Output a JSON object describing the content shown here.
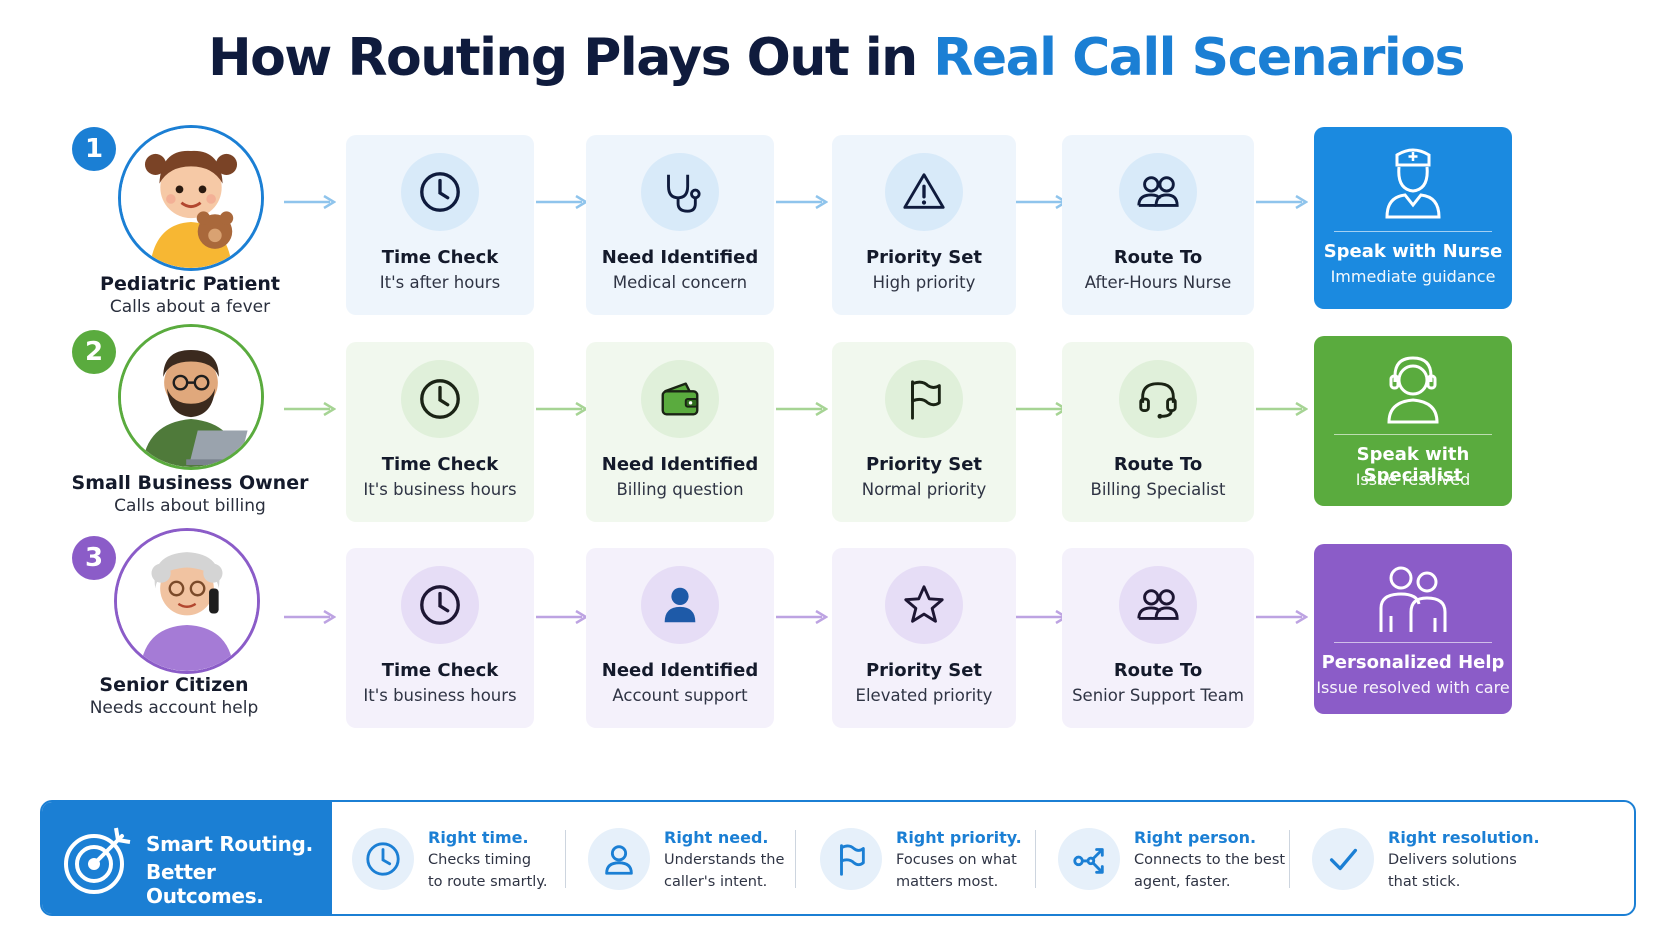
{
  "title": {
    "part1": "How Routing Plays Out in ",
    "part2": "Real Call Scenarios"
  },
  "colors": {
    "blue": "#1b7fd4",
    "green": "#5aab3e",
    "purple": "#8b5cc8",
    "navy": "#0f1b3d"
  },
  "scenarios": [
    {
      "number": "1",
      "persona": {
        "name": "Pediatric Patient",
        "sub": "Calls about a fever",
        "icon": "child-with-teddy-bear-avatar"
      },
      "steps": [
        {
          "title": "Time Check",
          "sub": "It's after hours",
          "icon": "clock-icon"
        },
        {
          "title": "Need Identified",
          "sub": "Medical concern",
          "icon": "stethoscope-icon"
        },
        {
          "title": "Priority Set",
          "sub": "High priority",
          "icon": "warning-icon"
        },
        {
          "title": "Route To",
          "sub": "After-Hours Nurse",
          "icon": "users-icon"
        }
      ],
      "result": {
        "title": "Speak with Nurse",
        "sub": "Immediate guidance",
        "icon": "nurse-icon"
      }
    },
    {
      "number": "2",
      "persona": {
        "name": "Small Business Owner",
        "sub": "Calls about billing",
        "icon": "man-with-laptop-avatar"
      },
      "steps": [
        {
          "title": "Time Check",
          "sub": "It's business hours",
          "icon": "clock-icon"
        },
        {
          "title": "Need Identified",
          "sub": "Billing question",
          "icon": "wallet-icon"
        },
        {
          "title": "Priority Set",
          "sub": "Normal priority",
          "icon": "flag-icon"
        },
        {
          "title": "Route To",
          "sub": "Billing Specialist",
          "icon": "headset-icon"
        }
      ],
      "result": {
        "title": "Speak with Specialist",
        "sub": "Issue resolved",
        "icon": "agent-headset-icon"
      }
    },
    {
      "number": "3",
      "persona": {
        "name": "Senior Citizen",
        "sub": "Needs account help",
        "icon": "senior-woman-on-phone-avatar"
      },
      "steps": [
        {
          "title": "Time Check",
          "sub": "It's business hours",
          "icon": "clock-icon"
        },
        {
          "title": "Need Identified",
          "sub": "Account support",
          "icon": "person-icon"
        },
        {
          "title": "Priority Set",
          "sub": "Elevated priority",
          "icon": "star-icon"
        },
        {
          "title": "Route To",
          "sub": "Senior Support Team",
          "icon": "users-icon"
        }
      ],
      "result": {
        "title": "Personalized Help",
        "sub": "Issue resolved with care",
        "icon": "two-people-icon"
      }
    }
  ],
  "banner": {
    "headline1": "Smart Routing.",
    "headline2": "Better Outcomes.",
    "icon": "target-arrow-icon",
    "features": [
      {
        "title": "Right time.",
        "line1": "Checks timing",
        "line2": "to route smartly.",
        "icon": "clock-icon"
      },
      {
        "title": "Right need.",
        "line1": "Understands the",
        "line2": "caller's intent.",
        "icon": "person-icon"
      },
      {
        "title": "Right priority.",
        "line1": "Focuses on what",
        "line2": "matters most.",
        "icon": "flag-icon"
      },
      {
        "title": "Right person.",
        "line1": "Connects to the best",
        "line2": "agent, faster.",
        "icon": "share-route-icon"
      },
      {
        "title": "Right resolution.",
        "line1": "Delivers solutions",
        "line2": "that stick.",
        "icon": "checkmark-icon"
      }
    ]
  }
}
